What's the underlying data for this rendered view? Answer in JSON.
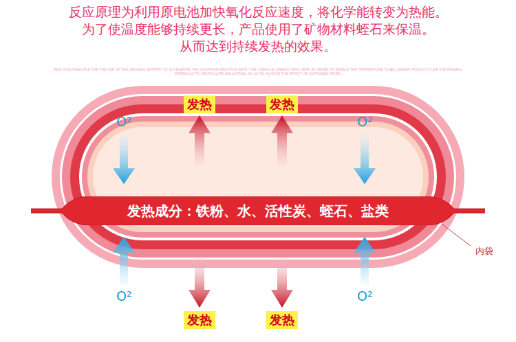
{
  "diagram": {
    "nodes": [
      {
        "text": [
          "发热"
        ]
      },
      {
        "text": [
          "发热"
        ]
      },
      {
        "text": [
          "发热成分：铁粉、水、活性炭、蛭石、盐类"
        ]
      },
      {
        "text": [
          "发热"
        ]
      },
      {
        "text": [
          "发热"
        ]
      }
    ],
    "labels": [
      "反应原理为利用原电池加快氧化反应速度，将化学能转变为热能。",
      "为了使温度能够持续更长，产品使用了矿物材料蛭石来保温。",
      "从而达到持续发热的效果。",
      "REACTION PRINCIPLE FOR THE USE OF THE ORIGINAL BATTERY TO ACCELERATE THE OXIDATION REACTION RATE, THE CHEMICAL ENERGY INTO HEAT. IN ORDER TO ENABLE THE TEMPERATURE TO BE LONGER PRODUCTS USE THE MINERAL MATERIALS TO VERMICULITE INSULATION, SO AS TO ACHIEVE THE EFFECT OF SUSTAINED FEVER.",
      "O²",
      "O²",
      "O²",
      "O²",
      "内袋"
    ]
  }
}
